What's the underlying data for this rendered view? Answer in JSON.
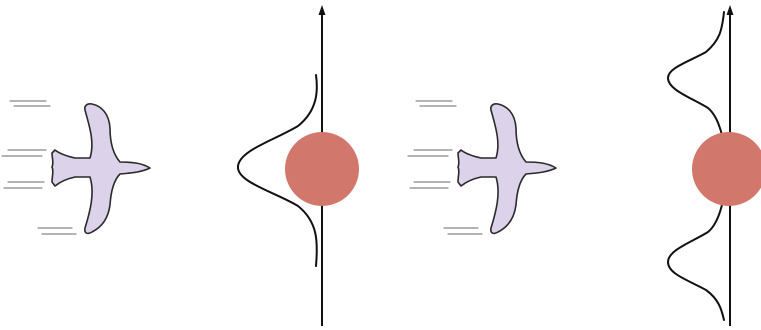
{
  "colors": {
    "background": "#ffffff",
    "bird_fill": "#dcd3ea",
    "bird_outline": "#2a2a2a",
    "ball_fill": "#d2776b",
    "axis": "#111111",
    "motion_lines": "#6a6a6a"
  },
  "panels": [
    {
      "id": "left",
      "bird_icon": "flying-bird-icon",
      "ball_icon": "red-ball-icon",
      "wave_profile": "single-peak"
    },
    {
      "id": "right",
      "bird_icon": "flying-bird-icon",
      "ball_icon": "red-ball-icon",
      "wave_profile": "double-peak"
    }
  ]
}
